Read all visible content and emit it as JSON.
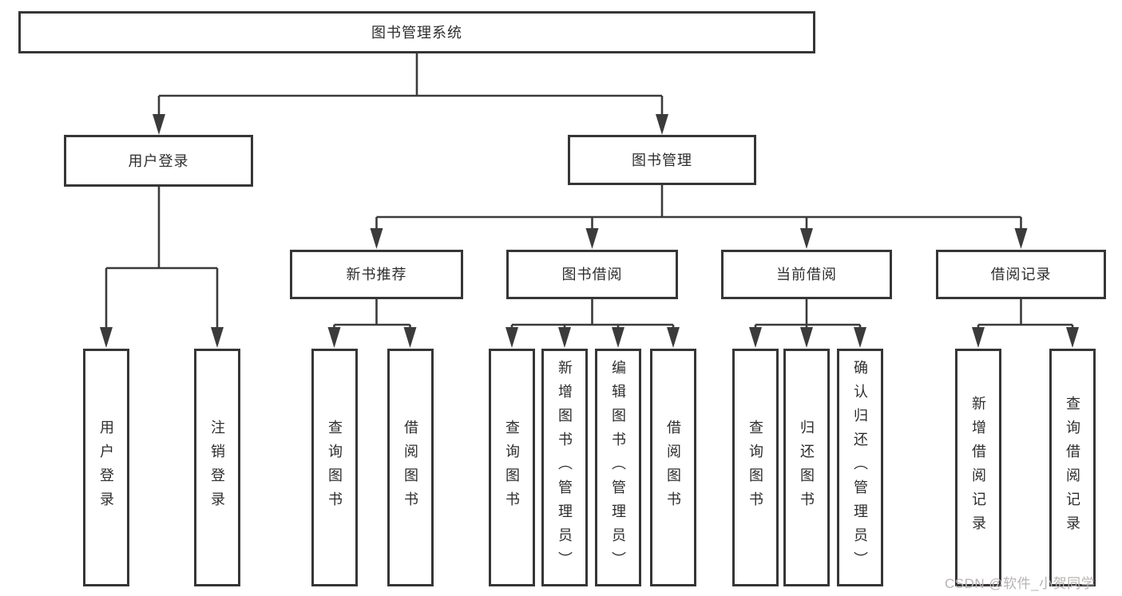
{
  "tree": {
    "label": "图书管理系统",
    "children": [
      {
        "label": "用户登录",
        "children": [
          {
            "label": "用户登录"
          },
          {
            "label": "注销登录"
          }
        ]
      },
      {
        "label": "图书管理",
        "children": [
          {
            "label": "新书推荐",
            "children": [
              {
                "label": "查询图书"
              },
              {
                "label": "借阅图书"
              }
            ]
          },
          {
            "label": "图书借阅",
            "children": [
              {
                "label": "查询图书"
              },
              {
                "label": "新增图书（管理员）"
              },
              {
                "label": "编辑图书（管理员）"
              },
              {
                "label": "借阅图书"
              }
            ]
          },
          {
            "label": "当前借阅",
            "children": [
              {
                "label": "查询图书"
              },
              {
                "label": "归还图书"
              },
              {
                "label": "确认归还（管理员）"
              }
            ]
          },
          {
            "label": "借阅记录",
            "children": [
              {
                "label": "新增借阅记录"
              },
              {
                "label": "查询借阅记录"
              }
            ]
          }
        ]
      }
    ]
  },
  "watermark": "CSDN @软件_小贺同学",
  "colors": {
    "line": "#3b3b3b",
    "box_border": "#363636",
    "text": "#2d2d2d",
    "watermark": "#b9b3b3",
    "background": "#ffffff"
  }
}
